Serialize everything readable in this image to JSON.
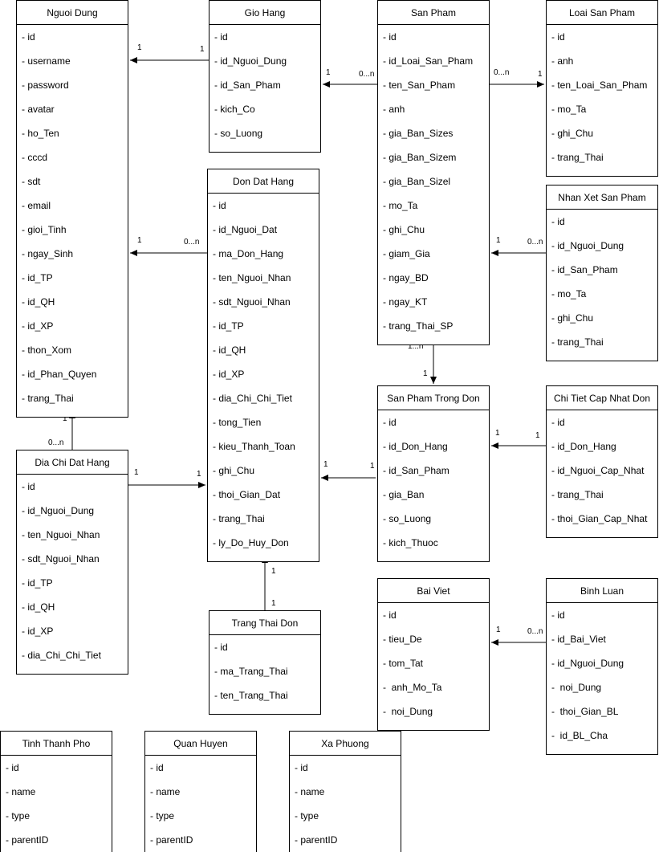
{
  "entities": {
    "nguoi_dung": {
      "title": "Nguoi Dung",
      "attrs": [
        "- id",
        "- username",
        "- password",
        "- avatar",
        "- ho_Ten",
        "- cccd",
        "- sdt",
        "- email",
        "- gioi_Tinh",
        "- ngay_Sinh",
        "- id_TP",
        "- id_QH",
        "- id_XP",
        "- thon_Xom",
        "- id_Phan_Quyen",
        "- trang_Thai"
      ]
    },
    "gio_hang": {
      "title": "Gio Hang",
      "attrs": [
        "- id",
        "- id_Nguoi_Dung",
        "- id_San_Pham",
        "- kich_Co",
        "- so_Luong"
      ]
    },
    "san_pham": {
      "title": "San Pham",
      "attrs": [
        "- id",
        "- id_Loai_San_Pham",
        "- ten_San_Pham",
        "- anh",
        "- gia_Ban_Sizes",
        "- gia_Ban_Sizem",
        "- gia_Ban_Sizel",
        "- mo_Ta",
        "- ghi_Chu",
        "- giam_Gia",
        "- ngay_BD",
        "- ngay_KT",
        "- trang_Thai_SP"
      ]
    },
    "loai_san_pham": {
      "title": "Loai San Pham",
      "attrs": [
        "- id",
        "- anh",
        "- ten_Loai_San_Pham",
        "- mo_Ta",
        "- ghi_Chu",
        "- trang_Thai"
      ]
    },
    "don_dat_hang": {
      "title": "Don Dat Hang",
      "attrs": [
        "- id",
        "- id_Nguoi_Dat",
        "- ma_Don_Hang",
        "- ten_Nguoi_Nhan",
        "- sdt_Nguoi_Nhan",
        "- id_TP",
        "- id_QH",
        "- id_XP",
        "- dia_Chi_Chi_Tiet",
        "- tong_Tien",
        "- kieu_Thanh_Toan",
        "- ghi_Chu",
        "- thoi_Gian_Dat",
        "- trang_Thai",
        "- ly_Do_Huy_Don"
      ]
    },
    "nhan_xet_san_pham": {
      "title": "Nhan Xet San Pham",
      "attrs": [
        "- id",
        "- id_Nguoi_Dung",
        "- id_San_Pham",
        "- mo_Ta",
        "- ghi_Chu",
        "- trang_Thai"
      ]
    },
    "san_pham_trong_don": {
      "title": "San Pham Trong Don",
      "attrs": [
        "- id",
        "- id_Don_Hang",
        "- id_San_Pham",
        "- gia_Ban",
        "- so_Luong",
        "- kich_Thuoc"
      ]
    },
    "chi_tiet_cap_nhat_don": {
      "title": "Chi Tiet Cap Nhat Don",
      "attrs": [
        "- id",
        "- id_Don_Hang",
        "- id_Nguoi_Cap_Nhat",
        "- trang_Thai",
        "- thoi_Gian_Cap_Nhat"
      ]
    },
    "dia_chi_dat_hang": {
      "title": "Dia Chi Dat Hang",
      "attrs": [
        "- id",
        "- id_Nguoi_Dung",
        "- ten_Nguoi_Nhan",
        "- sdt_Nguoi_Nhan",
        "- id_TP",
        "- id_QH",
        "- id_XP",
        "- dia_Chi_Chi_Tiet"
      ]
    },
    "trang_thai_don": {
      "title": "Trang Thai Don",
      "attrs": [
        "- id",
        "- ma_Trang_Thai",
        "- ten_Trang_Thai"
      ]
    },
    "bai_viet": {
      "title": "Bai Viet",
      "attrs": [
        "- id",
        "- tieu_De",
        "- tom_Tat",
        "-  anh_Mo_Ta",
        "-  noi_Dung"
      ]
    },
    "binh_luan": {
      "title": "Binh Luan",
      "attrs": [
        "- id",
        "- id_Bai_Viet",
        "- id_Nguoi_Dung",
        "-  noi_Dung",
        "-  thoi_Gian_BL",
        "-  id_BL_Cha"
      ]
    },
    "tinh_thanh_pho": {
      "title": "Tinh Thanh Pho",
      "attrs": [
        "- id",
        "- name",
        "- type",
        "- parentID"
      ]
    },
    "quan_huyen": {
      "title": "Quan Huyen",
      "attrs": [
        "- id",
        "- name",
        "- type",
        "- parentID"
      ]
    },
    "xa_phuong": {
      "title": "Xa Phuong",
      "attrs": [
        "- id",
        "- name",
        "- type",
        "- parentID"
      ]
    }
  },
  "relations": [
    {
      "from": "gio_hang",
      "to": "nguoi_dung",
      "from_label": "1",
      "to_label": "1"
    },
    {
      "from": "san_pham",
      "to": "gio_hang",
      "from_label": "0...n",
      "to_label": "1"
    },
    {
      "from": "san_pham",
      "to": "loai_san_pham",
      "from_label": "0...n",
      "to_label": "1"
    },
    {
      "from": "don_dat_hang",
      "to": "nguoi_dung",
      "from_label": "0...n",
      "to_label": "1"
    },
    {
      "from": "nhan_xet_san_pham",
      "to": "san_pham",
      "from_label": "0...n",
      "to_label": "1"
    },
    {
      "from": "san_pham",
      "to": "san_pham_trong_don",
      "from_label": "1...n",
      "to_label": "1"
    },
    {
      "from": "chi_tiet_cap_nhat_don",
      "to": "san_pham_trong_don",
      "from_label": "1",
      "to_label": "1"
    },
    {
      "from": "san_pham_trong_don",
      "to": "don_dat_hang",
      "from_label": "1",
      "to_label": "1"
    },
    {
      "from": "dia_chi_dat_hang",
      "to": "nguoi_dung",
      "from_label": "0...n",
      "to_label": "1"
    },
    {
      "from": "dia_chi_dat_hang",
      "to": "don_dat_hang",
      "from_label": "1",
      "to_label": "1"
    },
    {
      "from": "trang_thai_don",
      "to": "don_dat_hang",
      "from_label": "1",
      "to_label": "1"
    },
    {
      "from": "binh_luan",
      "to": "bai_viet",
      "from_label": "0...n",
      "to_label": "1"
    }
  ]
}
